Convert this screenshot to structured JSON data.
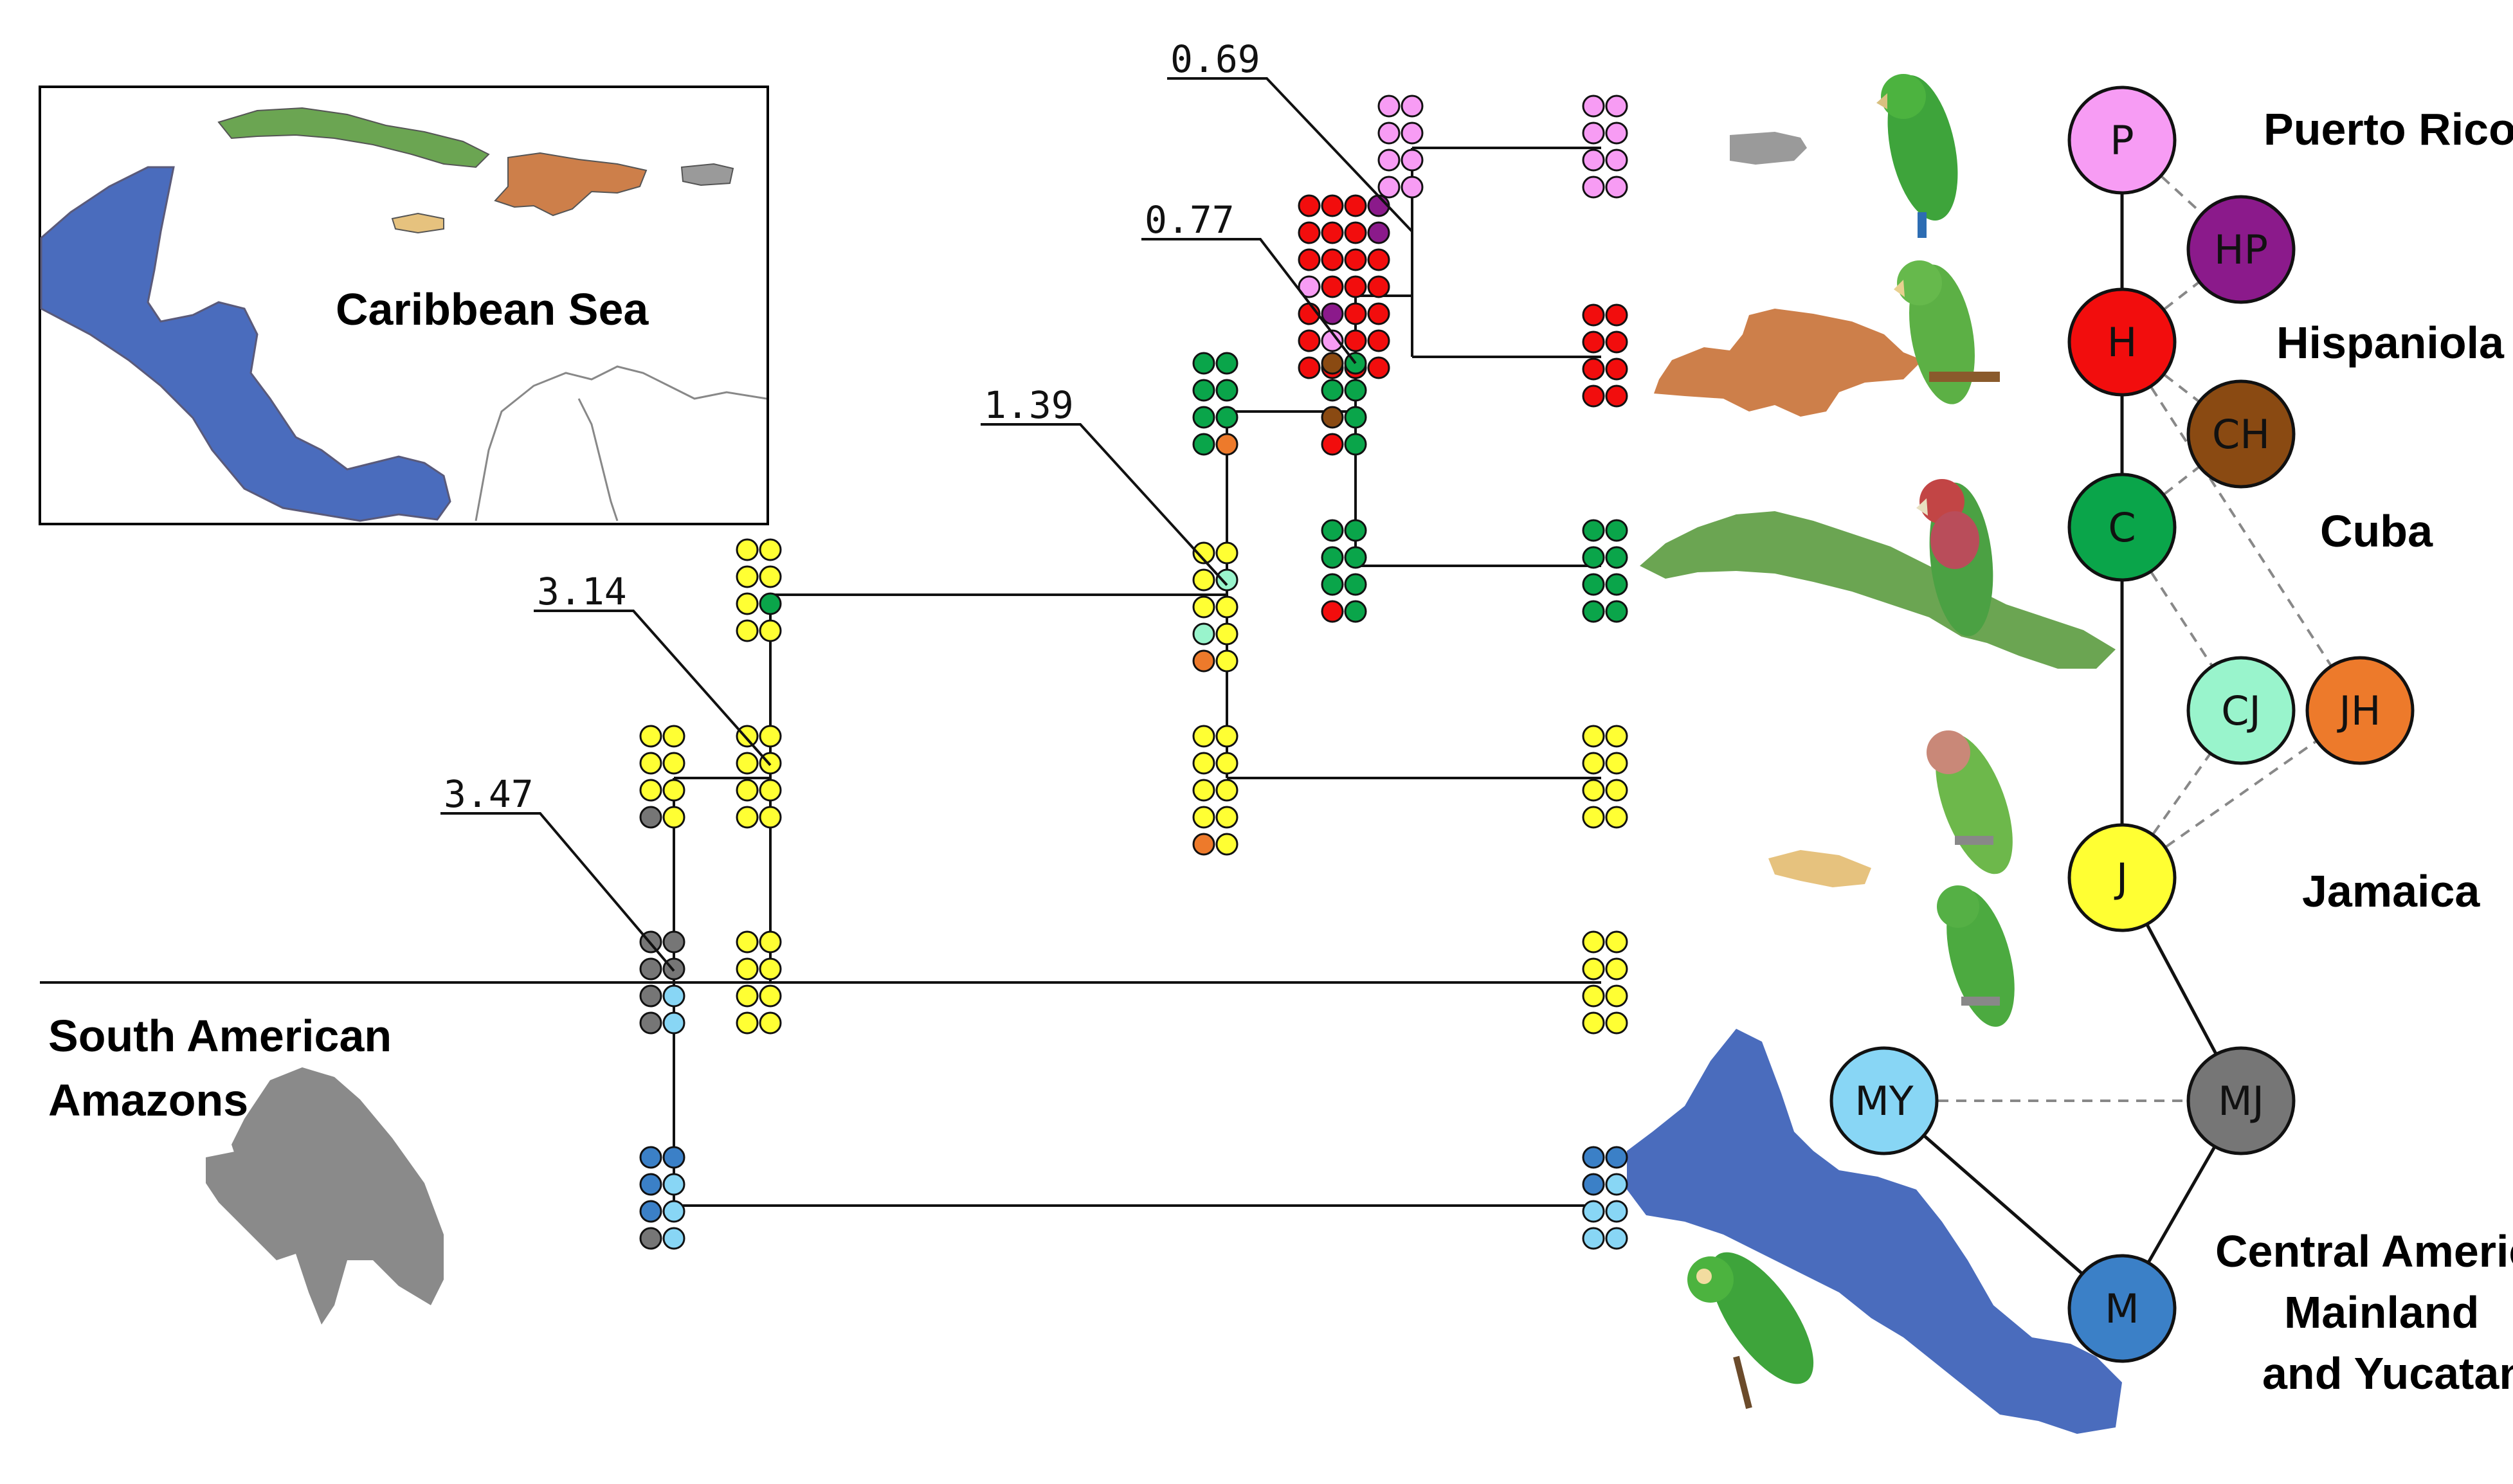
{
  "colors": {
    "P": "#f79cf4",
    "HP": "#8b1a8b",
    "H": "#f20d0d",
    "CH": "#8a4a12",
    "C": "#0aa54a",
    "CJ": "#99f4cc",
    "JH": "#ed7a2b",
    "J": "#ffff33",
    "MJ": "#767676",
    "MY": "#88d6f5",
    "M": "#3b80c7",
    "mapBlue": "#4a6cbd",
    "cubaGreen": "#6ba552",
    "hispOrange": "#cd7f4a",
    "jamTan": "#e6c27e",
    "prGrey": "#9a9a9a"
  },
  "inset": {
    "label": "Caribbean Sea"
  },
  "outgroup": {
    "line1": "South American",
    "line2": "Amazons"
  },
  "regions": {
    "puerto_rico": "Puerto Rico",
    "hispaniola": "Hispaniola",
    "cuba": "Cuba",
    "jamaica": "Jamaica",
    "mainland1": "Central American",
    "mainland2": "Mainland",
    "mainland3": "and Yucatan"
  },
  "divergences": [
    "0.69",
    "0.77",
    "1.39",
    "3.14",
    "3.47"
  ],
  "haplogroups": {
    "P": "P",
    "HP": "HP",
    "H": "H",
    "CH": "CH",
    "C": "C",
    "CJ": "CJ",
    "JH": "JH",
    "J": "J",
    "MJ": "MJ",
    "MY": "MY",
    "M": "M"
  },
  "network": {
    "solid": [
      [
        "P",
        "H"
      ],
      [
        "H",
        "C"
      ],
      [
        "C",
        "J"
      ],
      [
        "J",
        "MJ"
      ],
      [
        "MJ",
        "M"
      ],
      [
        "M",
        "MY"
      ]
    ],
    "dashed": [
      [
        "P",
        "HP"
      ],
      [
        "H",
        "HP"
      ],
      [
        "H",
        "CH"
      ],
      [
        "C",
        "CH"
      ],
      [
        "H",
        "JH"
      ],
      [
        "C",
        "CJ"
      ],
      [
        "J",
        "CJ"
      ],
      [
        "J",
        "JH"
      ],
      [
        "MY",
        "MJ"
      ]
    ]
  },
  "tree_tips": [
    [
      "P",
      "P",
      "P",
      "P",
      "P",
      "P",
      "P",
      "P"
    ],
    [
      "H",
      "H",
      "H",
      "H",
      "H",
      "H",
      "H",
      "H"
    ],
    [
      "C",
      "C",
      "C",
      "C",
      "C",
      "C",
      "C",
      "C"
    ],
    [
      "J",
      "J",
      "J",
      "J",
      "J",
      "J",
      "J",
      "J"
    ],
    [
      "J",
      "J",
      "J",
      "J",
      "J",
      "J",
      "J",
      "J"
    ],
    [
      "M",
      "M",
      "M",
      "MY",
      "MY",
      "MY",
      "MY",
      "MY"
    ]
  ],
  "tree_internal": [
    [
      "P",
      "P",
      "P",
      "P",
      "P",
      "P",
      "P",
      "P"
    ],
    [
      "H",
      "H",
      "H",
      "HP",
      "H",
      "H",
      "H",
      "HP",
      "H",
      "H",
      "H",
      "H",
      "P",
      "H",
      "H",
      "H",
      "H",
      "HP",
      "H",
      "H",
      "H",
      "P",
      "H",
      "H",
      "H",
      "H",
      "H",
      "H"
    ],
    [
      "C",
      "C",
      "C",
      "C",
      "C",
      "C",
      "H",
      "C"
    ],
    [
      "C",
      "C",
      "C",
      "C",
      "C",
      "C",
      "C",
      "JH"
    ],
    [
      "CH",
      "C",
      "C",
      "C",
      "CH",
      "C",
      "H",
      "C"
    ],
    [
      "J",
      "J",
      "J",
      "CJ",
      "J",
      "J",
      "CJ",
      "J",
      "JH",
      "J"
    ],
    [
      "J",
      "J",
      "J",
      "J",
      "J",
      "J",
      "J",
      "J",
      "JH",
      "J"
    ],
    [
      "J",
      "J",
      "J",
      "J",
      "J",
      "C",
      "J",
      "J"
    ],
    [
      "J",
      "J",
      "J",
      "J",
      "J",
      "J",
      "J",
      "J"
    ],
    [
      "J",
      "J",
      "J",
      "J",
      "J",
      "J",
      "J",
      "J"
    ],
    [
      "J",
      "J",
      "J",
      "J",
      "J",
      "J",
      "MJ",
      "J"
    ],
    [
      "MJ",
      "MJ",
      "MJ",
      "MJ",
      "MJ",
      "MY",
      "MJ",
      "MY"
    ],
    [
      "M",
      "M",
      "M",
      "MY",
      "M",
      "MY",
      "MJ",
      "MY"
    ]
  ]
}
